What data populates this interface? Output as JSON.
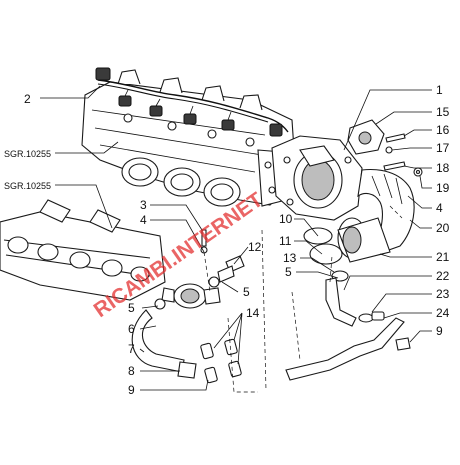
{
  "diagram": {
    "watermark": "RICAMBI.INTERNET",
    "references": [
      {
        "id": "ref-upper",
        "text": "SGR.10255"
      },
      {
        "id": "ref-lower",
        "text": "SGR.10255"
      }
    ],
    "callouts_left": [
      "2",
      "3",
      "4",
      "5",
      "6",
      "7",
      "8",
      "9",
      "10",
      "11",
      "12",
      "5",
      "13",
      "5",
      "14"
    ],
    "callouts_right": [
      "1",
      "15",
      "16",
      "17",
      "18",
      "19",
      "4",
      "20",
      "21",
      "22",
      "23",
      "24",
      "9"
    ]
  }
}
